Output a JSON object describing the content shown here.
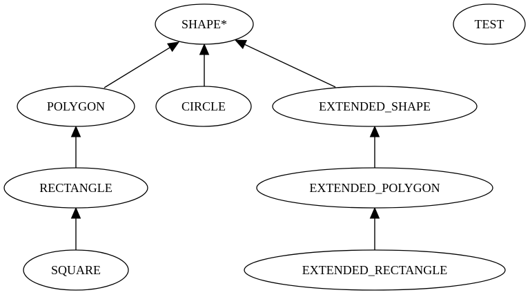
{
  "diagram": {
    "nodes": [
      {
        "id": "shape",
        "label": "SHAPE*"
      },
      {
        "id": "test",
        "label": "TEST"
      },
      {
        "id": "polygon",
        "label": "POLYGON"
      },
      {
        "id": "circle",
        "label": "CIRCLE"
      },
      {
        "id": "extended_shape",
        "label": "EXTENDED_SHAPE"
      },
      {
        "id": "rectangle",
        "label": "RECTANGLE"
      },
      {
        "id": "extended_polygon",
        "label": "EXTENDED_POLYGON"
      },
      {
        "id": "square",
        "label": "SQUARE"
      },
      {
        "id": "extended_rectangle",
        "label": "EXTENDED_RECTANGLE"
      }
    ],
    "edges": [
      {
        "from": "polygon",
        "to": "shape"
      },
      {
        "from": "circle",
        "to": "shape"
      },
      {
        "from": "extended_shape",
        "to": "shape"
      },
      {
        "from": "rectangle",
        "to": "polygon"
      },
      {
        "from": "square",
        "to": "rectangle"
      },
      {
        "from": "extended_polygon",
        "to": "extended_shape"
      },
      {
        "from": "extended_rectangle",
        "to": "extended_polygon"
      }
    ]
  }
}
